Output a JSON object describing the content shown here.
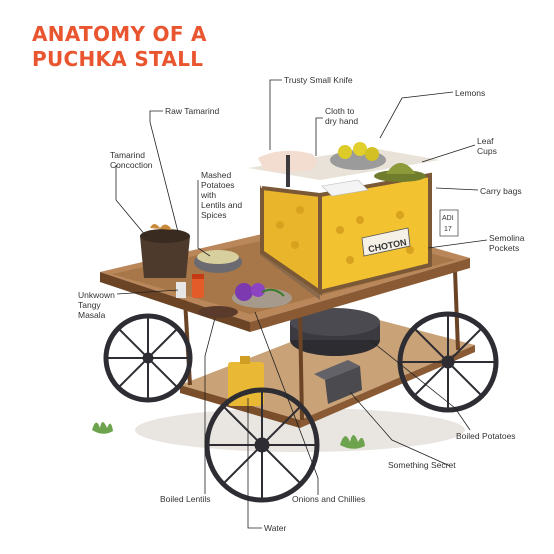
{
  "title": {
    "line1": "ANATOMY OF A",
    "line2": "PUCHKA STALL"
  },
  "colors": {
    "title": "#e8552f",
    "wood": "#8a5a34",
    "wood_dark": "#5e3a1f",
    "wheel": "#2d2d33",
    "semolina": "#f2c230",
    "leader": "#222222"
  },
  "labels": {
    "knife": "Trusty Small Knife",
    "raw_tamarind": "Raw Tamarind",
    "cloth": [
      "Cloth to",
      "dry hand"
    ],
    "lemons": "Lemons",
    "tamarind_concoction": [
      "Tamarind",
      "Concoction"
    ],
    "mashed_potatoes": [
      "Mashed",
      "Potatoes",
      "with",
      "Lentils and",
      "Spices"
    ],
    "leaf_cups": [
      "Leaf",
      "Cups"
    ],
    "carry_bags": "Carry bags",
    "semolina": [
      "Semolina",
      "Pockets"
    ],
    "masala": [
      "Unkwown",
      "Tangy",
      "Masala"
    ],
    "boiled_potatoes": "Boiled Potatoes",
    "something_secret": "Something Secret",
    "boiled_lentils": "Boiled Lentils",
    "onions": "Onions and Chillies",
    "water": "Water"
  },
  "box_text": "CHOTON",
  "signature": [
    "ADI",
    "17"
  ],
  "icons": {
    "cart": "puchka-cart-illustration",
    "plants": "grass-tuft-icon"
  }
}
